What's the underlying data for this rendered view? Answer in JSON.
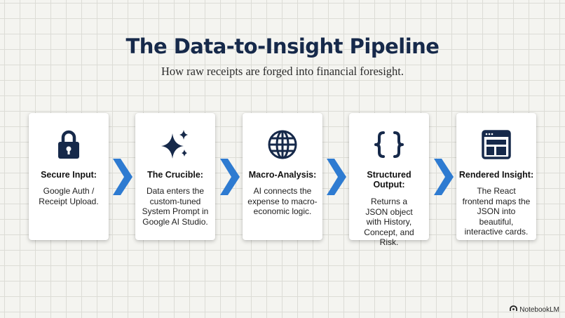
{
  "title": "The Data-to-Insight Pipeline",
  "subtitle": "How raw receipts are forged into financial foresight.",
  "steps": [
    {
      "heading": "Secure Input:",
      "body": "Google Auth / Receipt Upload.",
      "icon": "padlock-icon"
    },
    {
      "heading": "The Crucible:",
      "body": "Data enters the custom-tuned System Prompt in Google AI Studio.",
      "icon": "sparkle-icon"
    },
    {
      "heading": "Macro-Analysis:",
      "body": "AI connects the expense to macro-economic logic.",
      "icon": "globe-icon"
    },
    {
      "heading": "Structured Output:",
      "body": "Returns a JSON object with History, Concept, and Risk.",
      "icon": "curly-braces-icon"
    },
    {
      "heading": "Rendered Insight:",
      "body": "The React frontend maps the JSON into beautiful, interactive cards.",
      "icon": "browser-window-icon"
    }
  ],
  "brand": "NotebookLM",
  "colors": {
    "title": "#16294a",
    "icon": "#16294a",
    "arrow": "#2e7bd1",
    "background": "#f4f4f0"
  }
}
